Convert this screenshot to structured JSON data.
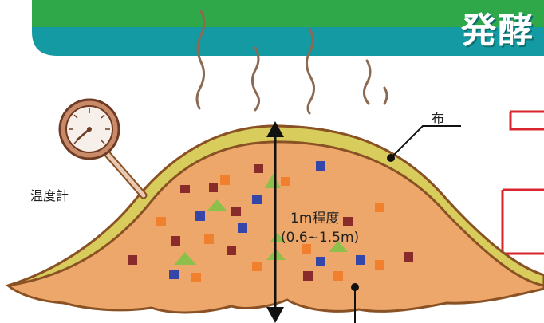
{
  "banner": {
    "title": "発酵",
    "top_color": "#2fa84a",
    "bottom_color": "#139aa3"
  },
  "labels": {
    "thermometer": "温度計",
    "cloth": "布",
    "height": "1m程度",
    "height_range": "(0.6~1.5m)"
  },
  "colors": {
    "compost": "#eea76a",
    "cloth": "#d8cc5c",
    "outline": "#8a5224",
    "steam": "#8c6a52",
    "accent_frame": "#d8262e"
  }
}
